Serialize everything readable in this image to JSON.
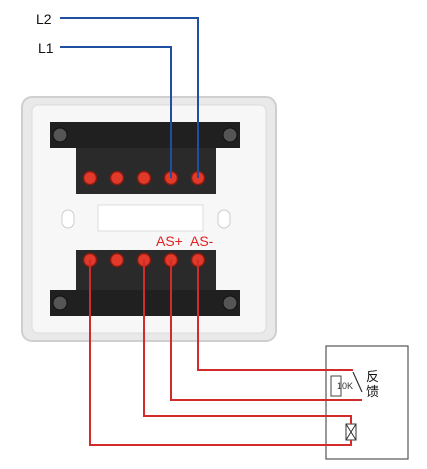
{
  "labels": {
    "l2": "L2",
    "l1": "L1",
    "as_plus": "AS+",
    "as_minus": "AS-",
    "resistor": "10K",
    "feedback": "反\n馈"
  },
  "colors": {
    "bus_wire": "#1f4fa0",
    "signal_wire": "#d22b2b",
    "terminal_red": "#e23a2a",
    "box_white": "#f4f4f4",
    "terminal_black": "#1a1a1a"
  },
  "terminal_strips": {
    "top_screws": 5,
    "bottom_screws": 5
  }
}
